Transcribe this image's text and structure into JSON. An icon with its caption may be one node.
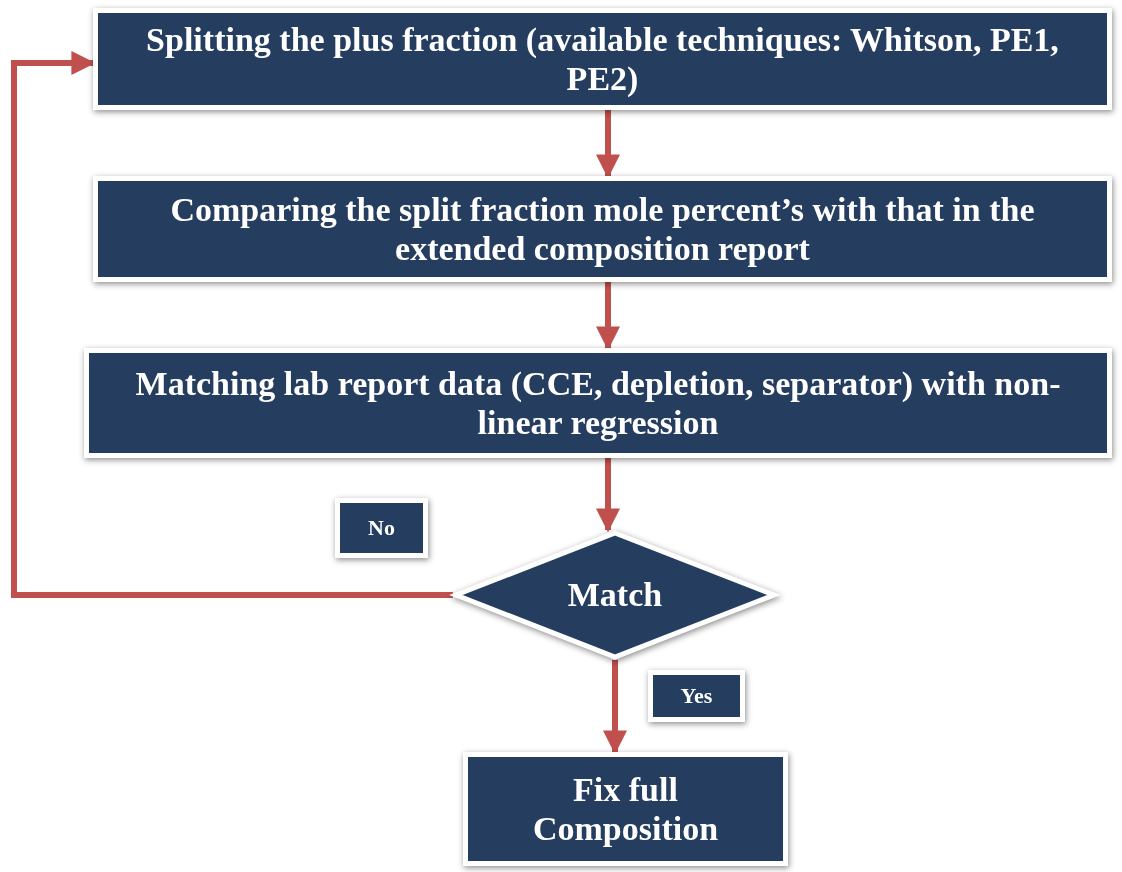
{
  "diagram": {
    "nodes": [
      {
        "text": [
          "Splitting the plus fraction (available techniques: Whitson, PE1, PE2)"
        ]
      },
      {
        "text": [
          "Comparing the split fraction mole percent’s with that in the extended composition report"
        ]
      },
      {
        "text": [
          "Matching lab report data (CCE, depletion, separator) with non-linear regression"
        ]
      },
      {
        "text": [
          "Match"
        ]
      },
      {
        "text": [
          "Fix full Composition"
        ]
      }
    ],
    "edges": [
      {
        "from": 0,
        "to": 1,
        "arrow": "to"
      },
      {
        "from": 1,
        "to": 2,
        "arrow": "to"
      },
      {
        "from": 2,
        "to": 3,
        "arrow": "to"
      },
      {
        "from": 3,
        "to": 4,
        "arrow": "to",
        "label": "Yes"
      },
      {
        "from": 3,
        "to": 0,
        "arrow": "to",
        "label": "No"
      }
    ]
  }
}
